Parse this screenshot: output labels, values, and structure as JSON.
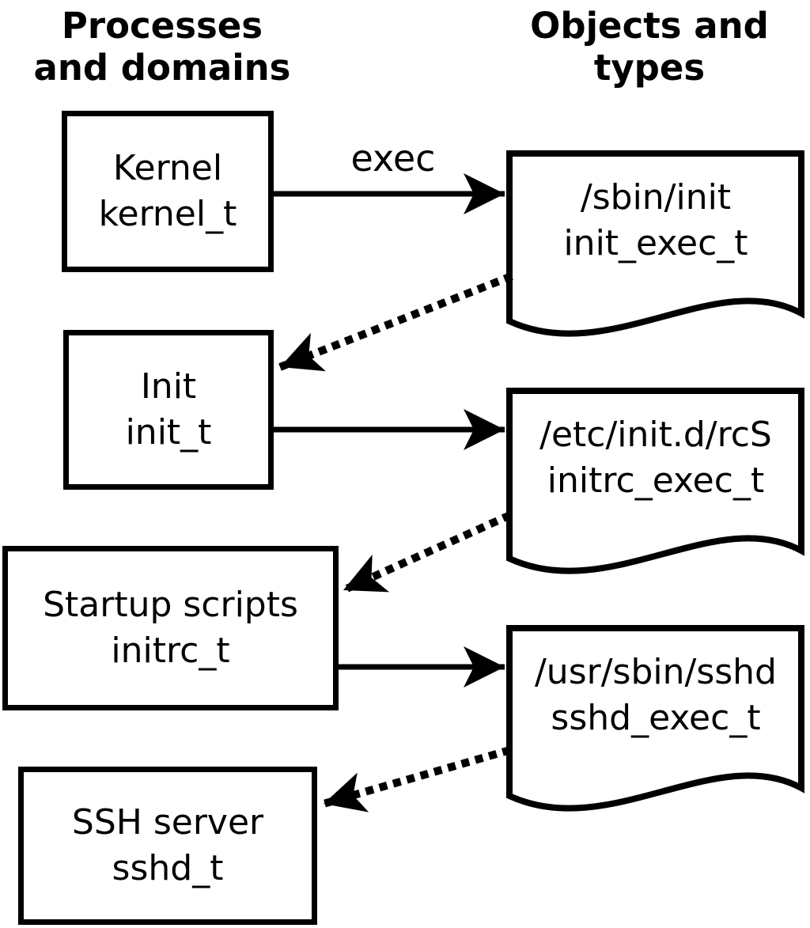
{
  "diagram": {
    "title_context": "domain-transition-diagram",
    "column_headers": {
      "left_line1": "Processes",
      "left_line2": "and domains",
      "right_line1": "Objects and",
      "right_line2": "types"
    },
    "edge_labels": {
      "exec": "exec"
    },
    "processes": [
      {
        "id": "kernel",
        "line1": "Kernel",
        "line2": "kernel_t"
      },
      {
        "id": "init",
        "line1": "Init",
        "line2": "init_t"
      },
      {
        "id": "startup-scripts",
        "line1": "Startup scripts",
        "line2": "initrc_t"
      },
      {
        "id": "ssh-server",
        "line1": "SSH server",
        "line2": "sshd_t"
      }
    ],
    "objects": [
      {
        "id": "sbin-init",
        "line1": "/sbin/init",
        "line2": "init_exec_t"
      },
      {
        "id": "etc-initd-rcs",
        "line1": "/etc/init.d/rcS",
        "line2": "initrc_exec_t"
      },
      {
        "id": "usr-sbin-sshd",
        "line1": "/usr/sbin/sshd",
        "line2": "sshd_exec_t"
      }
    ],
    "edges": {
      "solid": [
        "kernel exec /sbin/init",
        "init exec /etc/init.d/rcS",
        "startup-scripts exec /usr/sbin/sshd"
      ],
      "dotted": [
        "init_exec_t transitions to init_t",
        "initrc_exec_t transitions to initrc_t",
        "sshd_exec_t transitions to sshd_t"
      ]
    },
    "colors": {
      "stroke": "#000000",
      "background": "#ffffff"
    }
  }
}
